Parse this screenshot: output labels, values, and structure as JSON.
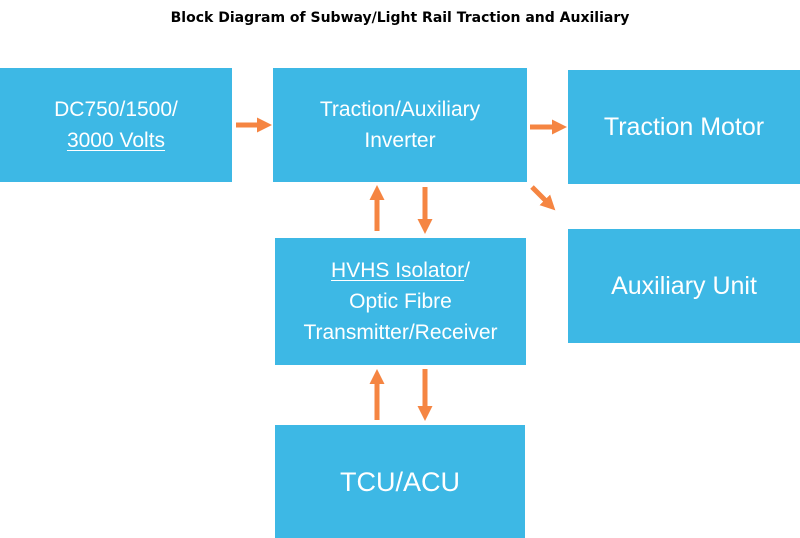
{
  "title": "Block Diagram of Subway/Light Rail Traction and Auxiliary",
  "colors": {
    "box": "#3db8e5",
    "box_text": "#ffffff",
    "arrow": "#f58542"
  },
  "nodes": {
    "power_source": {
      "line1": "DC750/1500/",
      "line2": "3000 Volts"
    },
    "inverter": {
      "line1": "Traction/Auxiliary",
      "line2": "Inverter"
    },
    "traction_motor": {
      "label": "Traction Motor"
    },
    "auxiliary_unit": {
      "label": "Auxiliary Unit"
    },
    "isolator": {
      "line1_underlined": "HVHS Isolator",
      "line1_rest": "/",
      "line2": "Optic Fibre",
      "line3": "Transmitter/Receiver"
    },
    "tcu": {
      "label": "TCU/ACU"
    }
  }
}
